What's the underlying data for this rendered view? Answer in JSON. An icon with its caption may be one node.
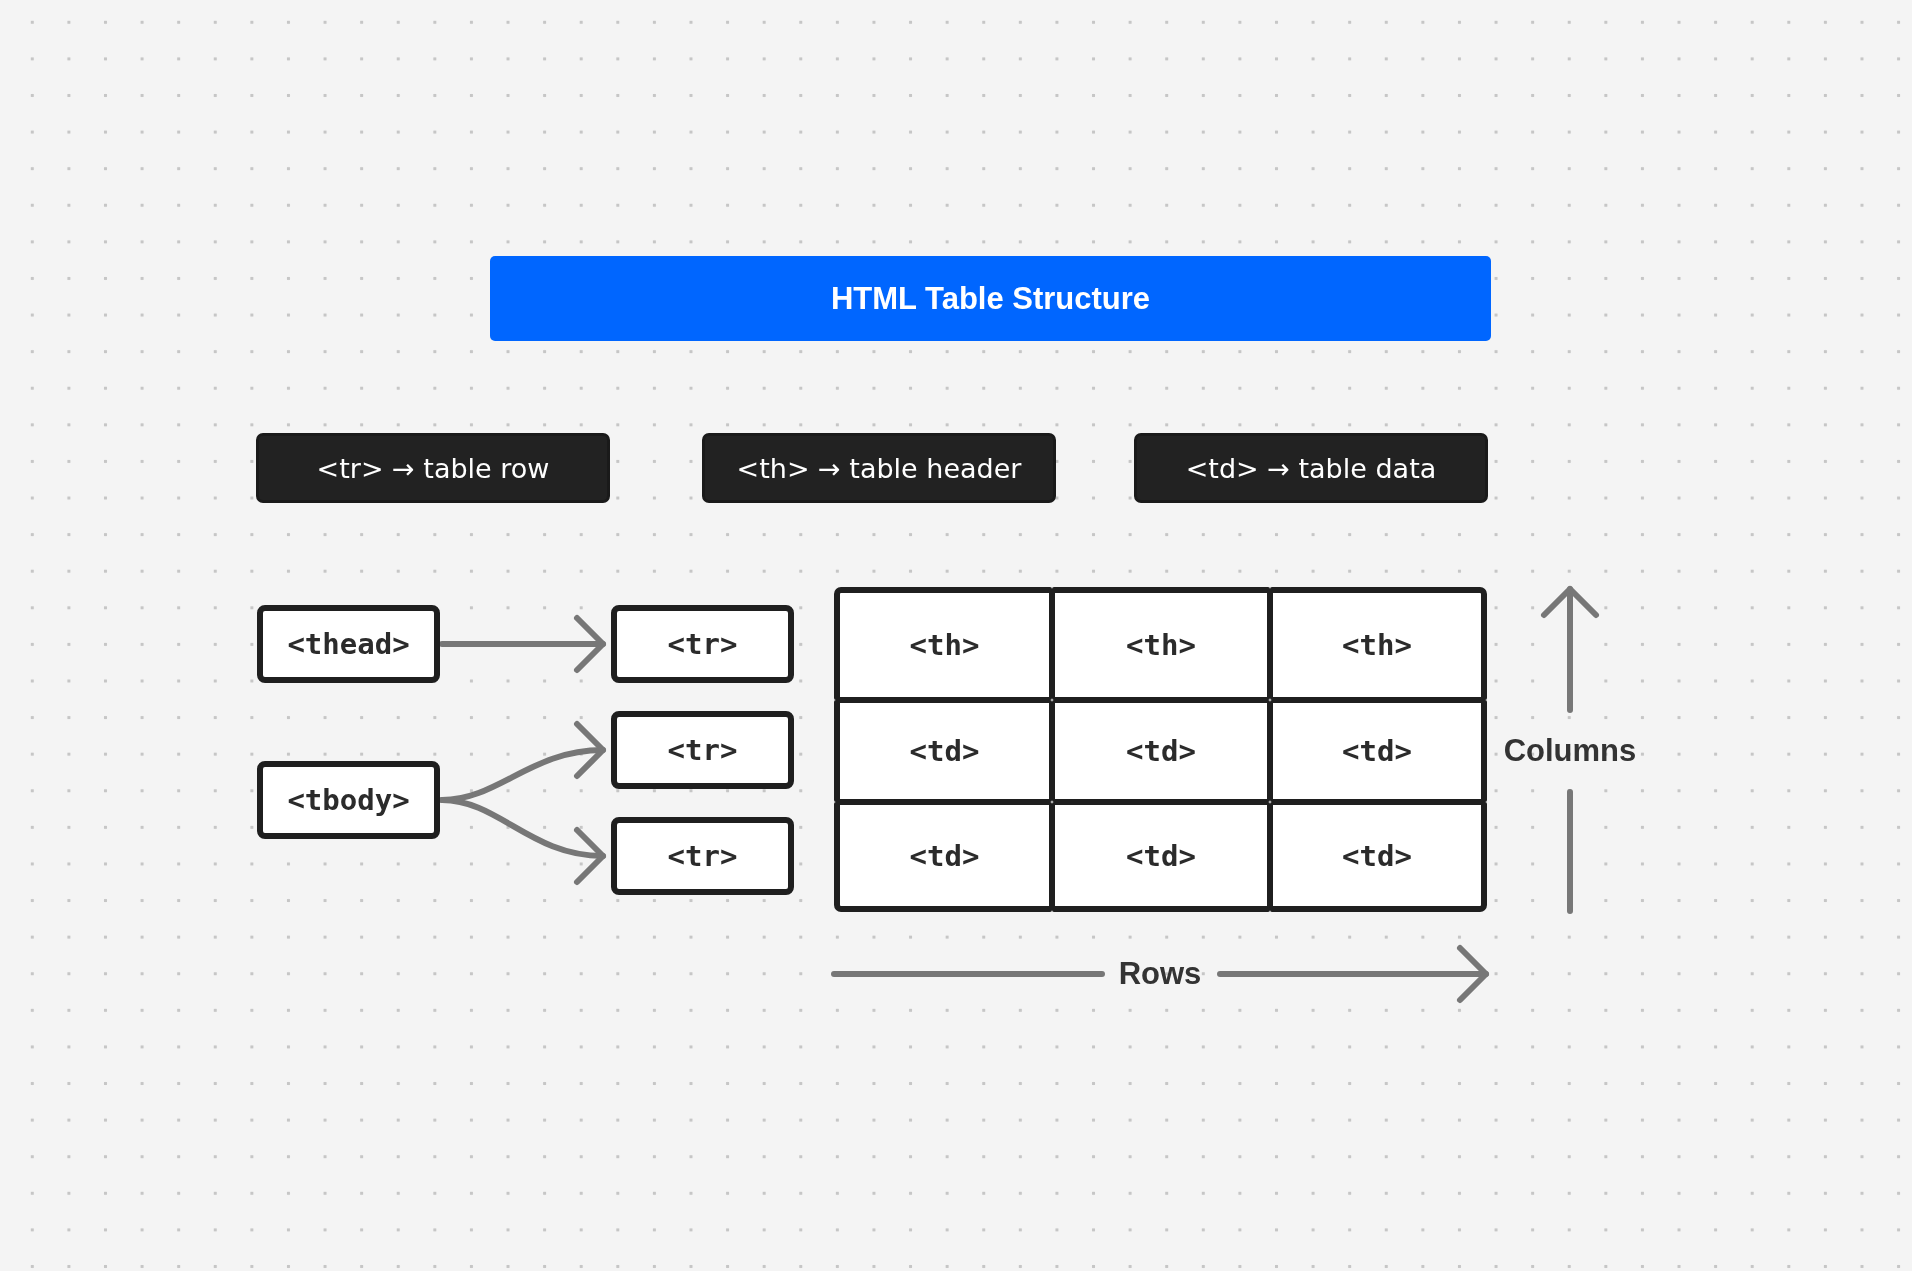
{
  "diagram": {
    "title": "HTML Table Structure",
    "nodes": [
      {
        "text": [
          "<tr> → table row"
        ]
      },
      {
        "text": [
          "<th> → table header"
        ]
      },
      {
        "text": [
          "<td> → table data"
        ]
      },
      {
        "text": [
          "<thead>"
        ]
      },
      {
        "text": [
          "<tbody>"
        ]
      },
      {
        "text": [
          "<tr>"
        ]
      },
      {
        "text": [
          "<tr>"
        ]
      },
      {
        "text": [
          "<tr>"
        ]
      },
      {
        "text": [
          "<th>"
        ]
      },
      {
        "text": [
          "<th>"
        ]
      },
      {
        "text": [
          "<th>"
        ]
      },
      {
        "text": [
          "<td>"
        ]
      },
      {
        "text": [
          "<td>"
        ]
      },
      {
        "text": [
          "<td>"
        ]
      },
      {
        "text": [
          "<td>"
        ]
      },
      {
        "text": [
          "<td>"
        ]
      },
      {
        "text": [
          "<td>"
        ]
      }
    ],
    "edges": [
      {
        "from": 3,
        "to": 5,
        "arrow": "to"
      },
      {
        "from": 4,
        "to": 6,
        "arrow": "to"
      },
      {
        "from": 4,
        "to": 7,
        "arrow": "to"
      }
    ],
    "labels": [
      "Rows",
      "Columns"
    ]
  }
}
